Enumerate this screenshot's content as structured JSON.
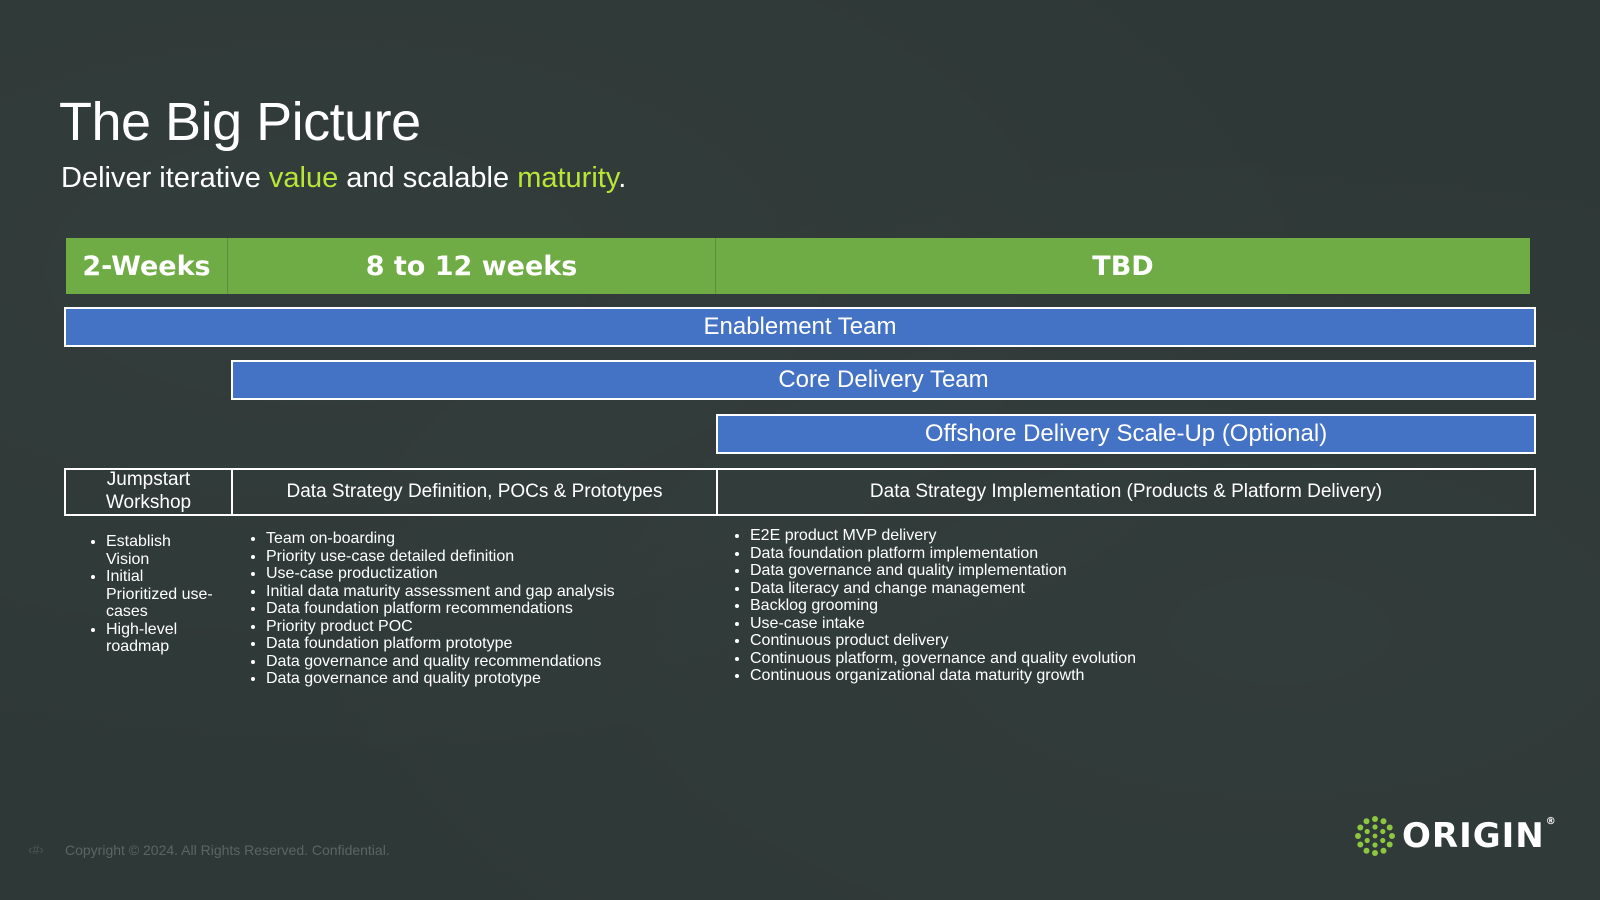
{
  "slide": {
    "title": "The Big Picture",
    "subtitle": {
      "part1": "Deliver iterative ",
      "accent1": "value",
      "part2": " and scalable ",
      "accent2": "maturity",
      "part3": "."
    }
  },
  "phases": [
    {
      "label": "2-Weeks"
    },
    {
      "label": "8 to 12 weeks"
    },
    {
      "label": "TBD"
    }
  ],
  "teams": [
    {
      "label": "Enablement Team"
    },
    {
      "label": "Core Delivery Team"
    },
    {
      "label": "Offshore Delivery Scale-Up (Optional)"
    }
  ],
  "stages": [
    {
      "label": "Jumpstart Workshop"
    },
    {
      "label": "Data Strategy Definition, POCs & Prototypes"
    },
    {
      "label": "Data Strategy Implementation (Products & Platform Delivery)"
    }
  ],
  "bullets": {
    "jumpstart": [
      "Establish Vision",
      "Initial Prioritized use-cases",
      "High-level roadmap"
    ],
    "definition": [
      "Team on-boarding",
      "Priority use-case detailed definition",
      "Use-case productization",
      "Initial data maturity assessment and gap analysis",
      "Data foundation platform recommendations",
      "Priority product POC",
      "Data foundation platform prototype",
      "Data governance and quality recommendations",
      "Data governance and quality prototype"
    ],
    "implementation": [
      "E2E product MVP delivery",
      "Data foundation platform implementation",
      "Data governance and quality implementation",
      "Data literacy and change management",
      "Backlog grooming",
      "Use-case intake",
      "Continuous product delivery",
      "Continuous platform, governance and quality evolution",
      "Continuous organizational data maturity growth"
    ]
  },
  "footer": {
    "slide_number": "‹#›",
    "copyright": "Copyright © 2024. All Rights Reserved.  Confidential."
  },
  "logo": {
    "text": "ORIGIN",
    "registered": "®",
    "icon": "origin-dots-icon"
  },
  "colors": {
    "background": "#2e3836",
    "accent": "#b8e636",
    "phase_green": "#6fac46",
    "team_blue": "#4472c4",
    "logo_green": "#8dc63f"
  }
}
